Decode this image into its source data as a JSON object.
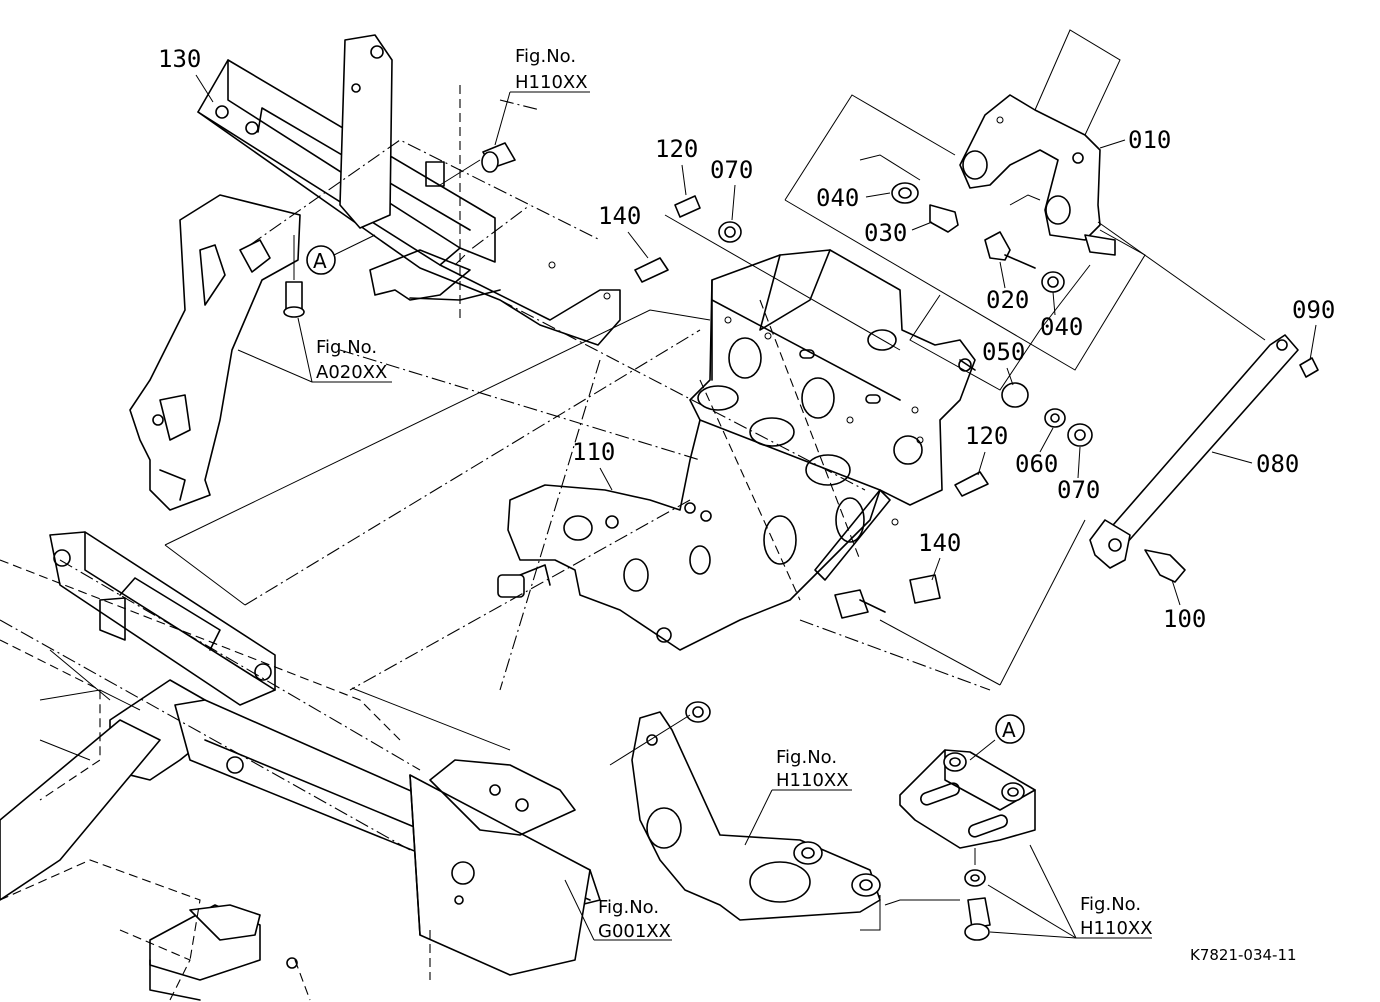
{
  "diagram_code": "K7821-034-11",
  "part_numbers": {
    "p010": "010",
    "p020": "020",
    "p030": "030",
    "p040a": "040",
    "p040b": "040",
    "p050": "050",
    "p060": "060",
    "p070a": "070",
    "p070b": "070",
    "p080": "080",
    "p090": "090",
    "p100": "100",
    "p110": "110",
    "p120a": "120",
    "p120b": "120",
    "p130": "130",
    "p140a": "140",
    "p140b": "140"
  },
  "figure_refs": {
    "h110_top": {
      "line1": "Fig.No.",
      "line2": "H110XX"
    },
    "a020": {
      "line1": "Fig.No.",
      "line2": "A020XX"
    },
    "h110_mid": {
      "line1": "Fig.No.",
      "line2": "H110XX"
    },
    "g001": {
      "line1": "Fig.No.",
      "line2": "G001XX"
    },
    "h110_right": {
      "line1": "Fig.No.",
      "line2": "H110XX"
    }
  },
  "detail_marker": "A"
}
